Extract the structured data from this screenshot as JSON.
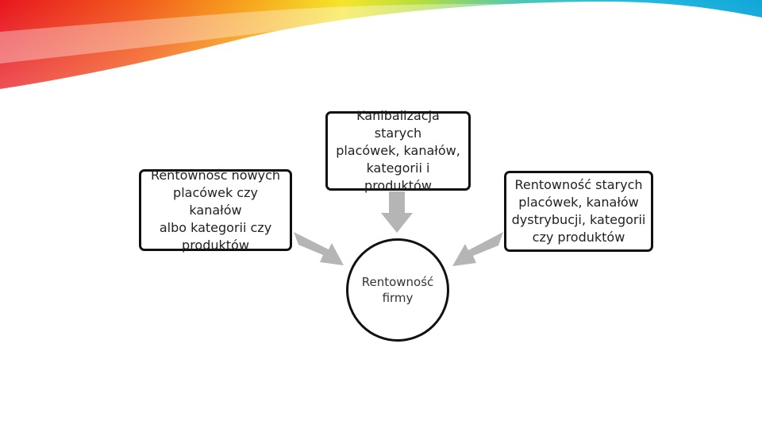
{
  "diagram": {
    "nodes": {
      "left": {
        "lines": [
          "Rentowność nowych",
          "placówek czy kanałów",
          "albo kategorii czy",
          "produktów"
        ]
      },
      "top": {
        "lines": [
          "Kanibalizacja starych",
          "placówek, kanałów,",
          "kategorii i produktów"
        ]
      },
      "right": {
        "lines": [
          "Rentowność starych",
          "placówek, kanałów",
          "dystrybucji, kategorii",
          "czy produktów"
        ]
      },
      "center": {
        "lines": [
          "Rentowność",
          "firmy"
        ]
      }
    },
    "edges": [
      {
        "from": "left",
        "to": "center"
      },
      {
        "from": "top",
        "to": "center"
      },
      {
        "from": "right",
        "to": "center"
      }
    ],
    "colors": {
      "arrow": "#b5b5b5",
      "border": "#111111"
    }
  }
}
